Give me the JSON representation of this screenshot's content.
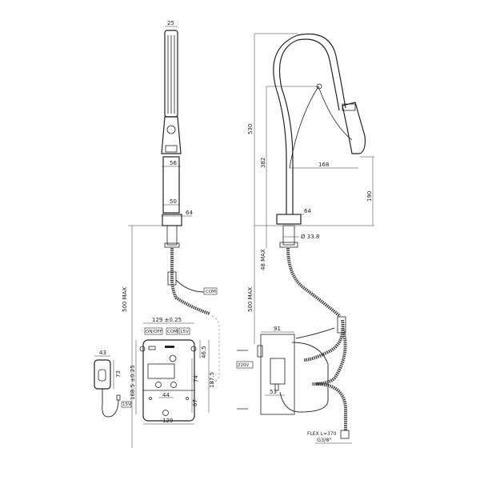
{
  "front_view": {
    "head_width": "25",
    "body_width": "56",
    "neck_width": "50",
    "base_width": "64",
    "hose_length": "500 MAX",
    "com_label": "COM"
  },
  "control_box": {
    "width_top": "129 ±0.25",
    "on_off_label": "ON/OFF",
    "com_label": "COM",
    "voltage_label": "15V",
    "height_total": "168.5 ±0.25",
    "dim_46_5": "46.5",
    "dim_74": "74",
    "dim_187_5": "187.5",
    "hole_spacing": "44",
    "dim_67": "67",
    "width_bottom": "129"
  },
  "sensor": {
    "width": "43",
    "height": "73",
    "voltage_label": "15V"
  },
  "side_view": {
    "total_height": "530",
    "pivot_height": "382",
    "reach": "168",
    "spout_height": "190",
    "base_width": "64",
    "shank_diameter": "Ø 33.8",
    "deck_thickness": "48 MAX",
    "hose_length": "500 MAX",
    "box_width": "91",
    "power_label": "220V",
    "adapter_dim": "53",
    "flex_label": "FLEX L=370",
    "thread_label": "G3/8\""
  }
}
